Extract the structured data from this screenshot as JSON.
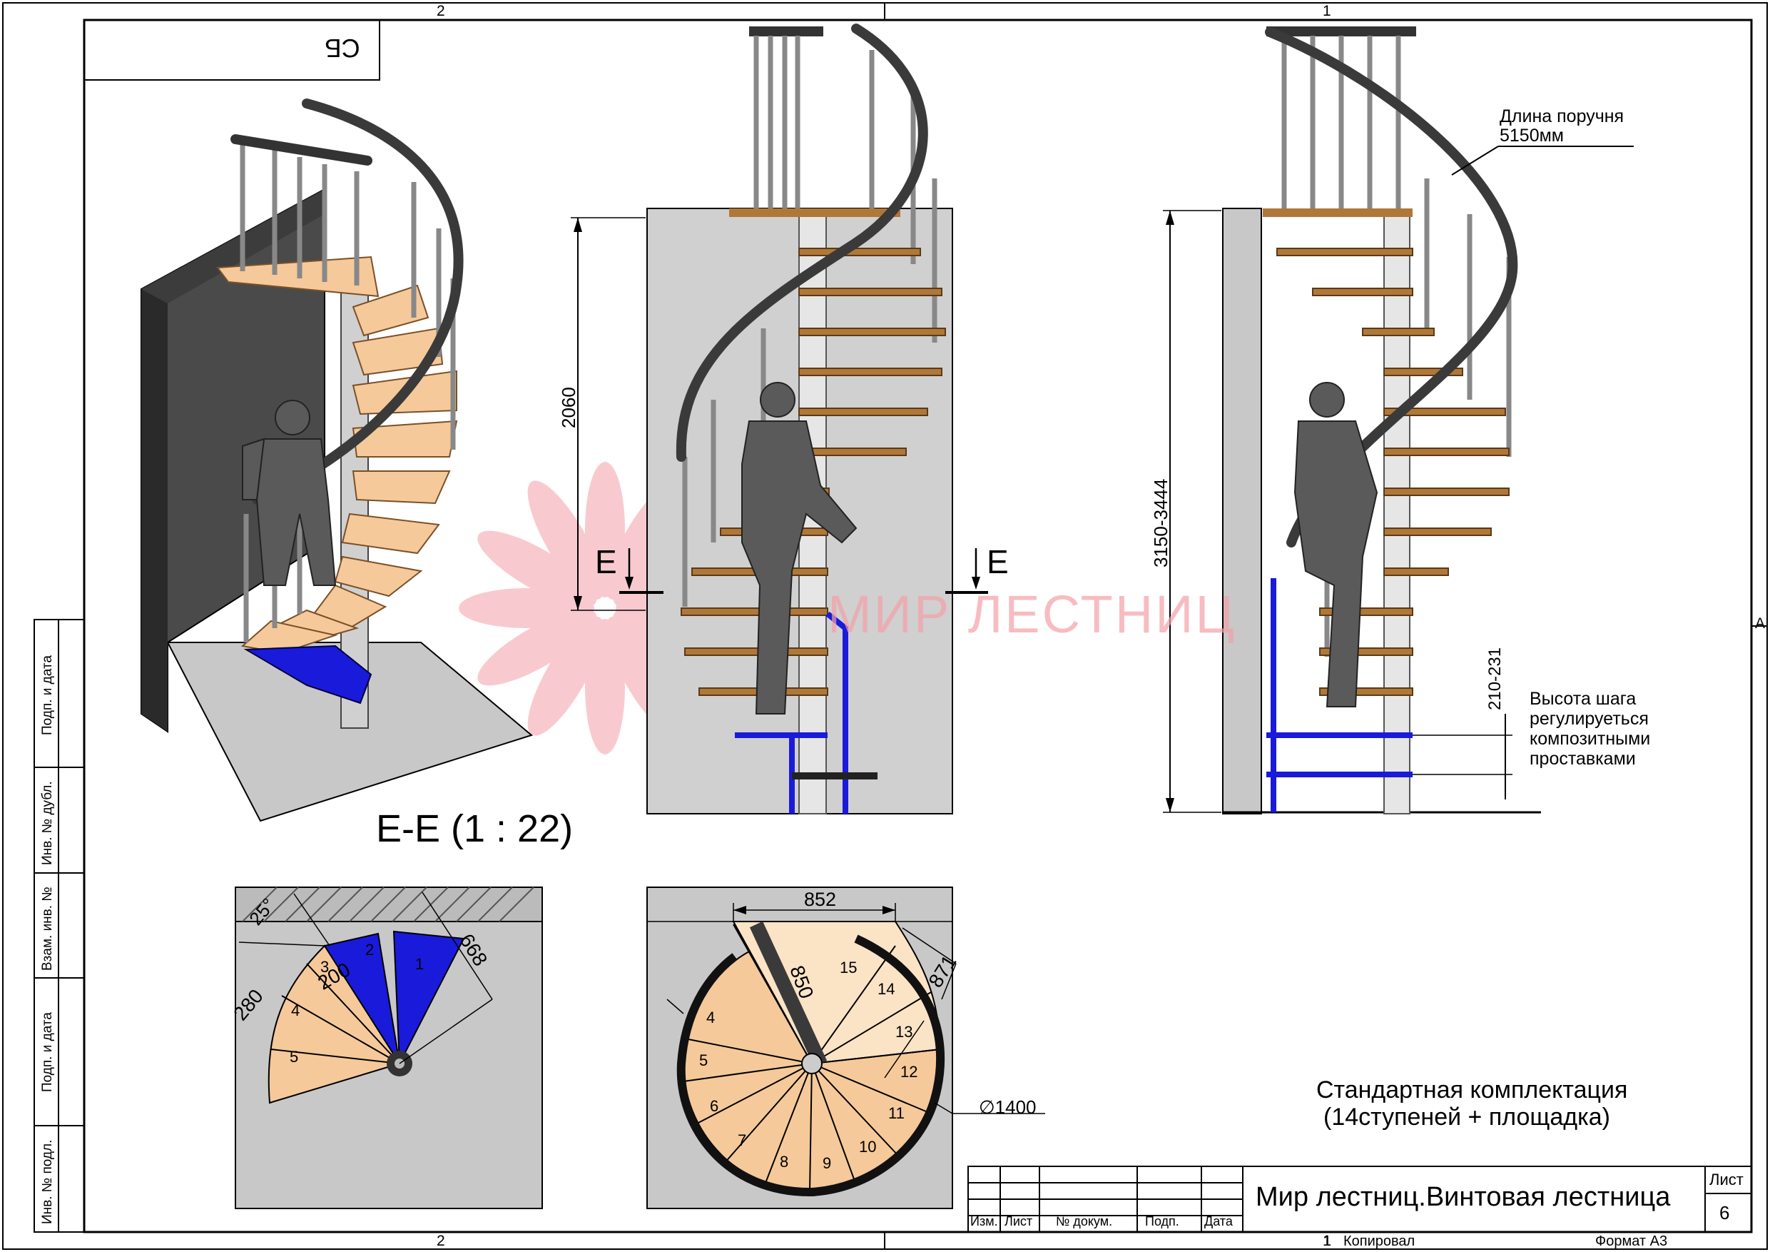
{
  "sheet": {
    "zone_top_left": "2",
    "zone_top_right": "1",
    "zone_bottom_left": "2",
    "zone_bottom_right": "1",
    "zone_side": "A",
    "stamp_mirrored": "СБ"
  },
  "side_stamps": [
    "Подп. и дата",
    "Инв. № дубл.",
    "Взам. инв. №",
    "Подп. и дата",
    "Инв. № подл."
  ],
  "views": {
    "section_label": "E-E (1 : 22)",
    "section_mark_left": "E",
    "section_mark_right": "E",
    "watermark": "МИР ЛЕСТНИЦ"
  },
  "dimensions": {
    "height_front": "2060",
    "height_total": "3150-3444",
    "step_height": "210-231",
    "rail_length_line1": "Длина поручня",
    "rail_length_line2": "5150мм",
    "step_note_1": "Высота шага",
    "step_note_2": "регулируеться",
    "step_note_3": "композитными",
    "step_note_4": "проставками",
    "plan_width": "852",
    "plan_diag": "850",
    "plan_side": "871",
    "plan_diameter": "1400",
    "diameter_symbol": "∅",
    "detail_angle": "25°",
    "detail_280": "280",
    "detail_200": "200",
    "detail_668": "668"
  },
  "detail_steps": [
    "1",
    "2",
    "3",
    "4",
    "5"
  ],
  "plan_steps": [
    "4",
    "5",
    "6",
    "7",
    "8",
    "9",
    "10",
    "11",
    "12",
    "13",
    "14",
    "15"
  ],
  "package": {
    "line1": "Стандартная комплектация",
    "line2": "(14ступеней + площадка)"
  },
  "title_block": {
    "title": "Мир лестниц.Винтовая лестница",
    "sheet_label": "Лист",
    "sheet_no": "6",
    "col_izm": "Изм.",
    "col_list": "Лист",
    "col_doc": "№ докум.",
    "col_sign": "Подп.",
    "col_date": "Дата",
    "copy_no": "1",
    "copied": "Копировал",
    "format": "Формат А3"
  },
  "colors": {
    "wall": "#c8c8c8",
    "wall_dark": "#4a4a4a",
    "wood": "#f5c99a",
    "wood_edge": "#b07838",
    "metal_blue": "#1a1adb",
    "rail": "#3a3a3a",
    "watermark": "#f4a0a8"
  }
}
